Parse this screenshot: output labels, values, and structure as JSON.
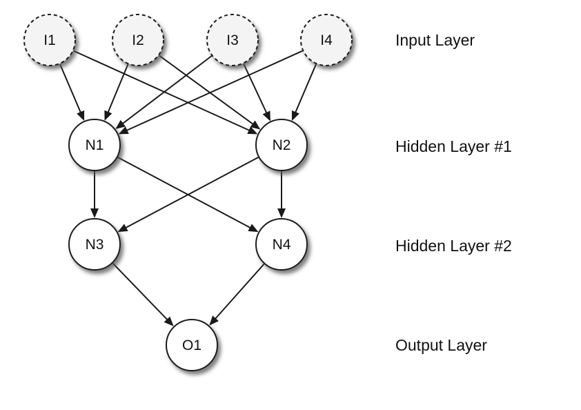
{
  "diagram": {
    "colors": {
      "stroke": "#1a1a1a",
      "node_fill": "#ffffff",
      "input_fill": "#f4f4f4",
      "shadow": "#555555",
      "text": "#111111"
    },
    "nodes": [
      {
        "id": "I1",
        "label": "I1",
        "layer": "input",
        "style": "dashed"
      },
      {
        "id": "I2",
        "label": "I2",
        "layer": "input",
        "style": "dashed"
      },
      {
        "id": "I3",
        "label": "I3",
        "layer": "input",
        "style": "dashed"
      },
      {
        "id": "I4",
        "label": "I4",
        "layer": "input",
        "style": "dashed"
      },
      {
        "id": "N1",
        "label": "N1",
        "layer": "hidden1",
        "style": "solid"
      },
      {
        "id": "N2",
        "label": "N2",
        "layer": "hidden1",
        "style": "solid"
      },
      {
        "id": "N3",
        "label": "N3",
        "layer": "hidden2",
        "style": "solid"
      },
      {
        "id": "N4",
        "label": "N4",
        "layer": "hidden2",
        "style": "solid"
      },
      {
        "id": "O1",
        "label": "O1",
        "layer": "output",
        "style": "solid"
      }
    ],
    "edges": [
      {
        "from": "I1",
        "to": "N1"
      },
      {
        "from": "I1",
        "to": "N2"
      },
      {
        "from": "I2",
        "to": "N1"
      },
      {
        "from": "I2",
        "to": "N2"
      },
      {
        "from": "I3",
        "to": "N1"
      },
      {
        "from": "I3",
        "to": "N2"
      },
      {
        "from": "I4",
        "to": "N1"
      },
      {
        "from": "I4",
        "to": "N2"
      },
      {
        "from": "N1",
        "to": "N3"
      },
      {
        "from": "N1",
        "to": "N4"
      },
      {
        "from": "N2",
        "to": "N3"
      },
      {
        "from": "N2",
        "to": "N4"
      },
      {
        "from": "N3",
        "to": "O1"
      },
      {
        "from": "N4",
        "to": "O1"
      }
    ],
    "layers": [
      {
        "id": "input",
        "label": "Input Layer"
      },
      {
        "id": "hidden1",
        "label": "Hidden Layer #1"
      },
      {
        "id": "hidden2",
        "label": "Hidden Layer #2"
      },
      {
        "id": "output",
        "label": "Output Layer"
      }
    ]
  }
}
